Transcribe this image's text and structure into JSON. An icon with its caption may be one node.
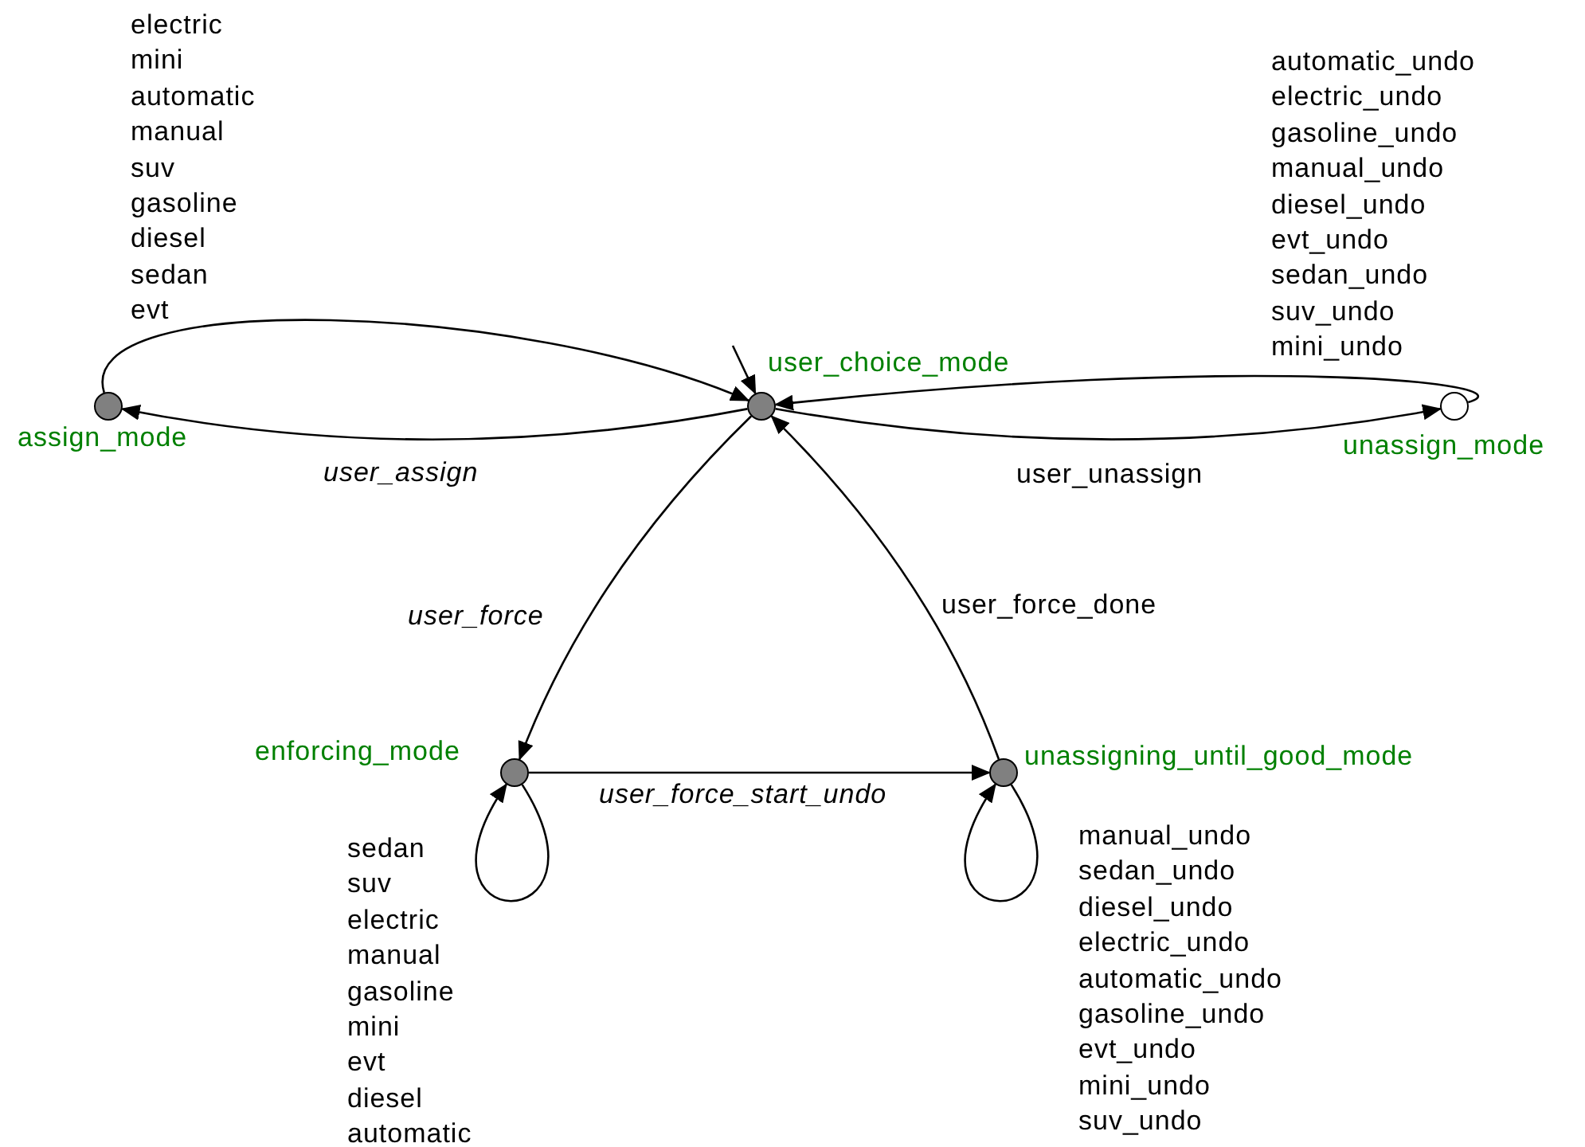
{
  "diagram": {
    "nodes": [
      {
        "text": [],
        "shape": "circle",
        "beside": [
          "user_choice_mode"
        ]
      },
      {
        "text": [],
        "shape": "circle",
        "beside": [
          "assign_mode"
        ]
      },
      {
        "text": [],
        "shape": "circle",
        "beside": [
          "unassign_mode"
        ]
      },
      {
        "text": [],
        "shape": "circle",
        "beside": [
          "enforcing_mode"
        ]
      },
      {
        "text": [],
        "shape": "circle",
        "beside": [
          "unassigning_until_good_mode"
        ]
      }
    ],
    "edges": [
      {
        "from": null,
        "to": 0,
        "arrow": "to"
      },
      {
        "from": 0,
        "to": 1,
        "arrow": "to",
        "label": "user_assign"
      },
      {
        "from": 1,
        "to": 0,
        "arrow": "to",
        "label": "electric mini automatic manual suv gasoline diesel sedan evt"
      },
      {
        "from": 0,
        "to": 2,
        "arrow": "to",
        "label": "user_unassign"
      },
      {
        "from": 2,
        "to": 0,
        "arrow": "to",
        "label": "automatic_undo electric_undo gasoline_undo manual_undo diesel_undo evt_undo sedan_undo suv_undo mini_undo"
      },
      {
        "from": 0,
        "to": 3,
        "arrow": "to",
        "label": "user_force"
      },
      {
        "from": 4,
        "to": 0,
        "arrow": "to",
        "label": "user_force_done"
      },
      {
        "from": 3,
        "to": 4,
        "arrow": "to",
        "label": "user_force_start_undo"
      },
      {
        "from": 3,
        "to": 3,
        "arrow": "to",
        "label": "sedan suv electric manual gasoline mini evt diesel automatic"
      },
      {
        "from": 4,
        "to": 4,
        "arrow": "to",
        "label": "manual_undo sedan_undo diesel_undo electric_undo automatic_undo gasoline_undo evt_undo mini_undo suv_undo"
      }
    ]
  }
}
